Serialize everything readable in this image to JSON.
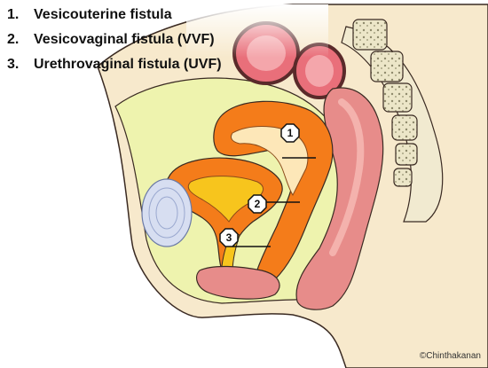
{
  "legend": {
    "items": [
      {
        "number": "1.",
        "label": "Vesicouterine fistula"
      },
      {
        "number": "2.",
        "label": "Vesicovaginal fistula (VVF)"
      },
      {
        "number": "3.",
        "label": "Urethrovaginal fistula (UVF)"
      }
    ]
  },
  "markers": [
    "1",
    "2",
    "3"
  ],
  "copyright": "©Chinthakanan",
  "colors": {
    "skin": "#f7e9cc",
    "pelvic_fat": "#eef3ae",
    "uterus_vagina": "#f47c1a",
    "bladder": "#f7c51d",
    "rectum": "#e78c8a",
    "rectum_light": "#f4b2ad",
    "bone": "#f1ead0",
    "intestine": "#e96f7a",
    "pubic_bone": "#d7def1",
    "outline": "#3a2a22",
    "fistula_line": "#111111"
  }
}
